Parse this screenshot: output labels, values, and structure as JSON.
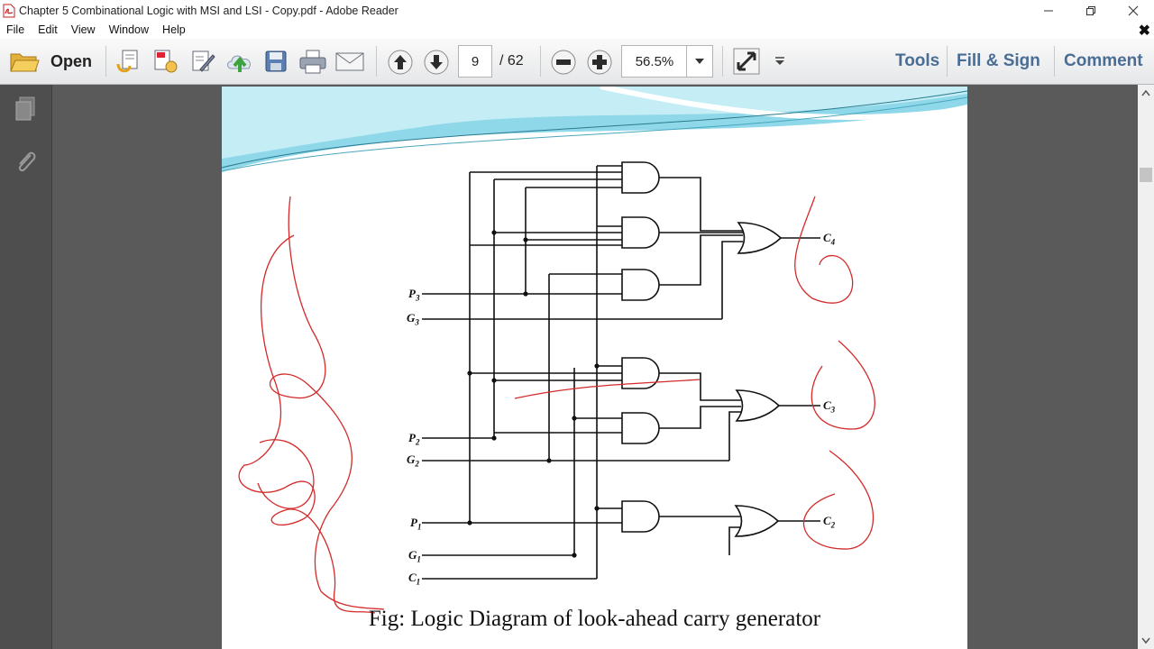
{
  "window": {
    "title": "Chapter 5 Combinational Logic with MSI and LSI - Copy.pdf - Adobe Reader"
  },
  "menu": [
    "File",
    "Edit",
    "View",
    "Window",
    "Help"
  ],
  "toolbar": {
    "open_label": "Open",
    "page_current": "9",
    "page_total": "/ 62",
    "zoom": "56.5%",
    "tools_label": "Tools",
    "fill_sign_label": "Fill & Sign",
    "comment_label": "Comment"
  },
  "diagram": {
    "inputs": {
      "p3": "P",
      "p3_sub": "3",
      "g3": "G",
      "g3_sub": "3",
      "p2": "P",
      "p2_sub": "2",
      "g2": "G",
      "g2_sub": "2",
      "p1": "P",
      "p1_sub": "1",
      "g1": "G",
      "g1_sub": "1",
      "c1": "C",
      "c1_sub": "1"
    },
    "outputs": {
      "c4": "C",
      "c4_sub": "4",
      "c3": "C",
      "c3_sub": "3",
      "c2": "C",
      "c2_sub": "2"
    },
    "caption": "Fig: Logic Diagram of look-ahead carry generator"
  },
  "colors": {
    "ink_annotation": "#d42a2a",
    "link_blue": "#4a6d95",
    "banner_cyan": "#7fd3e6"
  }
}
